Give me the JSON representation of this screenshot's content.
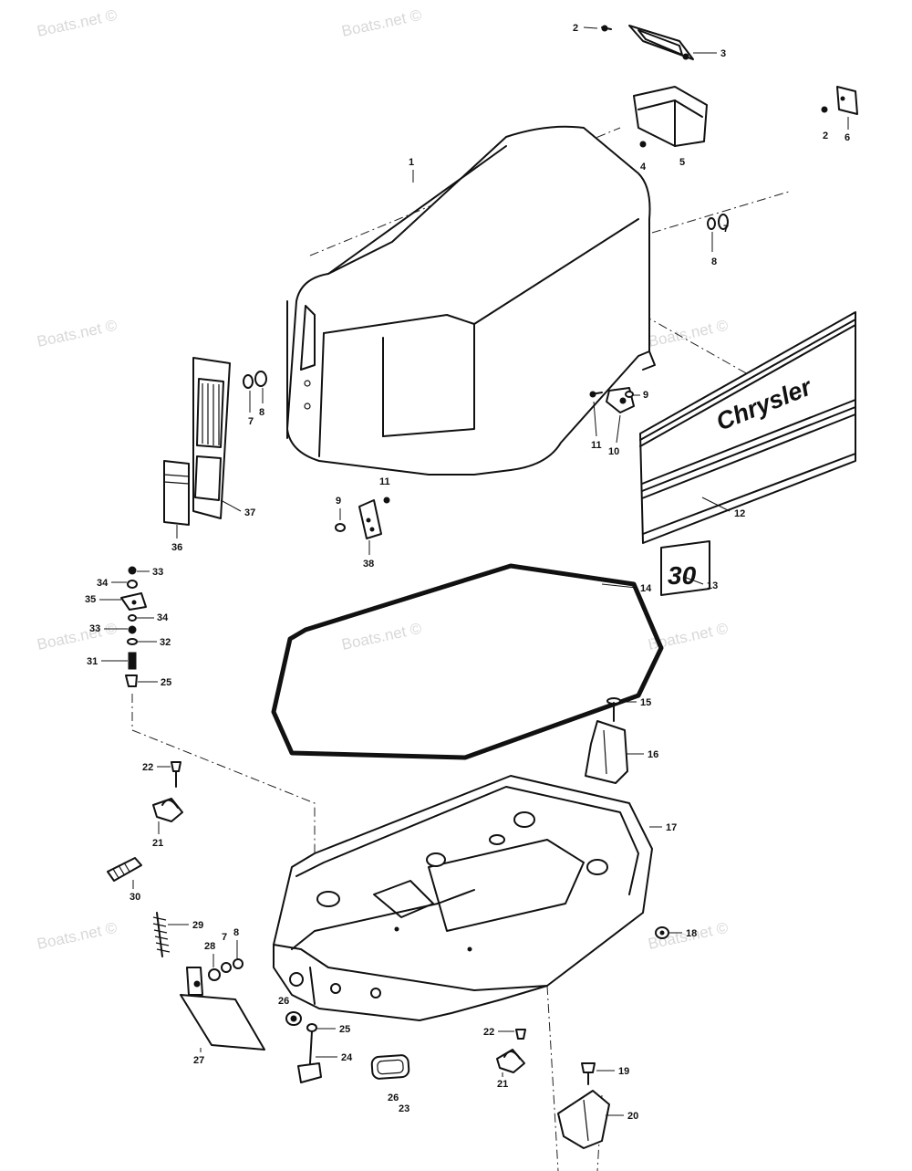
{
  "watermarks": {
    "text": "Boats.net ©"
  },
  "decals": {
    "brand": "Chrysler",
    "model": "30"
  },
  "callouts": [
    "1",
    "2",
    "3",
    "4",
    "5",
    "2",
    "6",
    "7",
    "8",
    "7",
    "8",
    "9",
    "10",
    "11",
    "11",
    "9",
    "12",
    "38",
    "37",
    "36",
    "13",
    "14",
    "33",
    "34",
    "35",
    "34",
    "33",
    "32",
    "31",
    "25",
    "15",
    "16",
    "17",
    "22",
    "21",
    "30",
    "18",
    "29",
    "28",
    "7",
    "8",
    "26",
    "25",
    "27",
    "24",
    "26",
    "23",
    "22",
    "21",
    "19",
    "20"
  ]
}
